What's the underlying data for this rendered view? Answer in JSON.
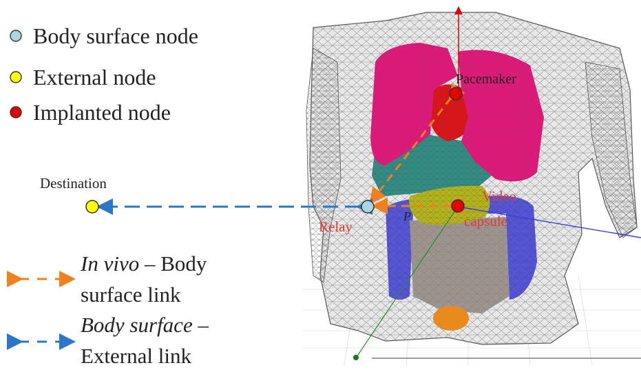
{
  "legend": {
    "items": [
      {
        "label": "Body surface node",
        "color": "#a9d6e0"
      },
      {
        "label": "External node",
        "color": "#ffff00"
      },
      {
        "label": "Implanted node",
        "color": "#e60000"
      }
    ]
  },
  "nodes": {
    "destination": "Destination",
    "relay": "Relay",
    "pacemaker": "Pacemaker",
    "video_capsule_line1": "Video",
    "video_capsule_line2": "capsule",
    "p_label": "P"
  },
  "links": {
    "in_vivo_line1_italic": "In vivo",
    "in_vivo_line1_rest": " – Body",
    "in_vivo_line2": "surface link",
    "in_vivo_color": "#f07f1e",
    "body_surface_line1_italic": "Body surface",
    "body_surface_line1_rest": " –",
    "body_surface_line2": "External link",
    "body_surface_color": "#2877c8"
  },
  "colors": {
    "lungs": "#e0187a",
    "liver": "#2e8f87",
    "stomach": "#b5b51a",
    "colon": "#3b3be0",
    "intestine": "#9e948e",
    "bladder": "#e98a1c",
    "heart": "#d4171a",
    "mesh": "#8a8a8a"
  }
}
